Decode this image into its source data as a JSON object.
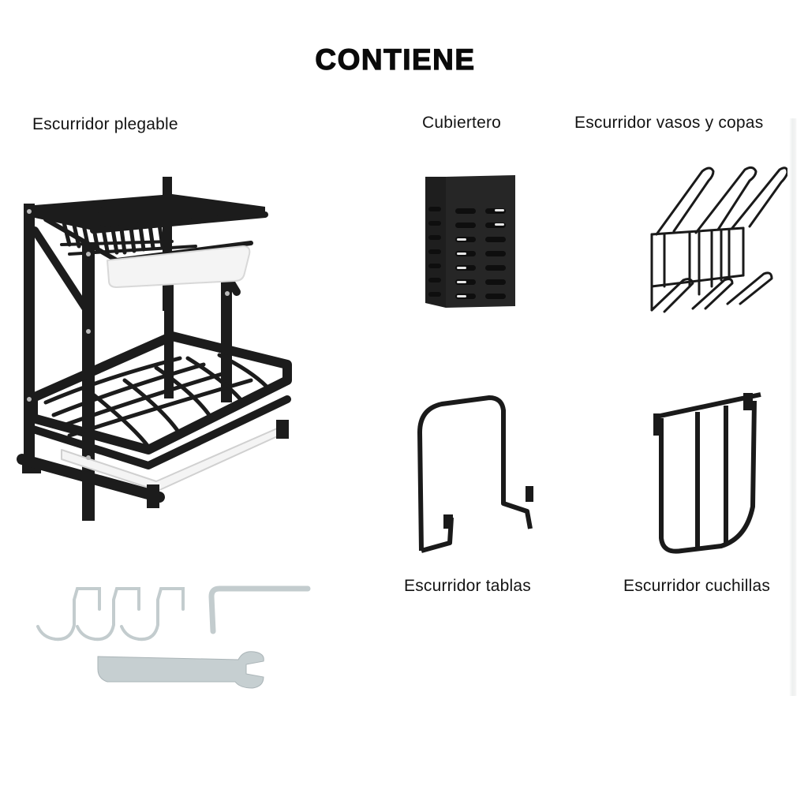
{
  "title": "CONTIENE",
  "items": [
    {
      "id": "escurridor-plegable",
      "label": "Escurridor plegable",
      "icon": "two-tier-dish-rack"
    },
    {
      "id": "cubiertero",
      "label": "Cubiertero",
      "icon": "cutlery-holder"
    },
    {
      "id": "escurridor-vasos",
      "label": "Escurridor vasos y copas",
      "icon": "cup-glass-holder"
    },
    {
      "id": "escurridor-tablas",
      "label": "Escurridor tablas",
      "icon": "cutting-board-holder"
    },
    {
      "id": "escurridor-cuchillas",
      "label": "Escurridor cuchillas",
      "icon": "knife-holder"
    },
    {
      "id": "accesorios",
      "label": "",
      "icon": "hooks-hex-key-wrench"
    }
  ],
  "colors": {
    "background": "#ffffff",
    "text": "#111111",
    "metal_black": "#1c1c1c",
    "tray_white": "#f4f4f4",
    "silver": "#c9d2d4"
  }
}
